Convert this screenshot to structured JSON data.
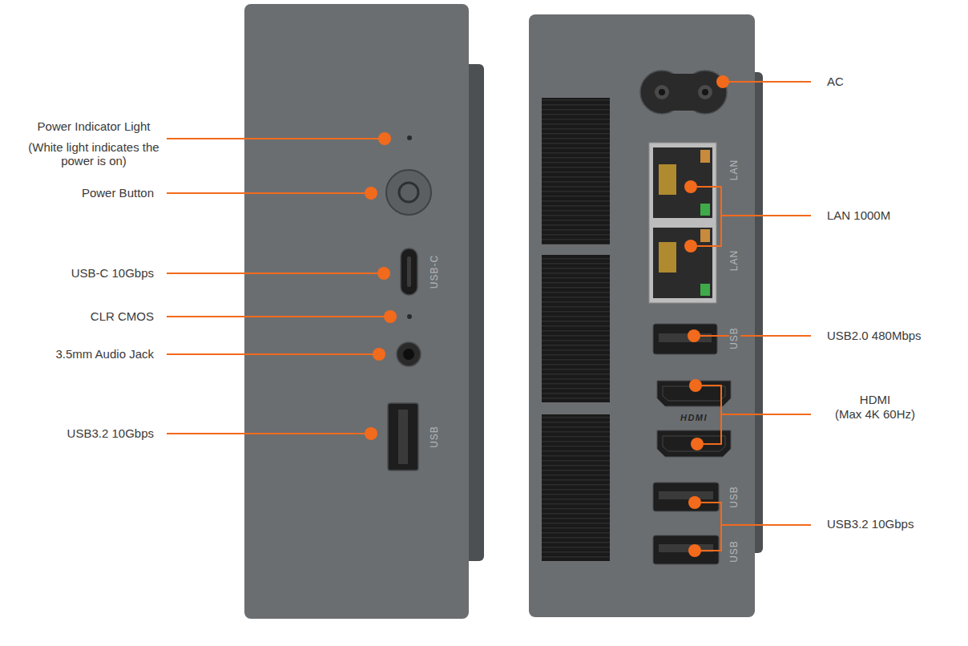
{
  "diagram": {
    "labels": [
      "Power Indicator Light",
      "(White light indicates the power is on)",
      "Power Button",
      "USB-C 10Gbps",
      "CLR CMOS",
      "3.5mm Audio Jack",
      "USB3.2 10Gbps",
      "USB-C",
      "USB",
      "AC",
      "LAN",
      "LAN",
      "LAN 1000M",
      "USB",
      "USB2.0 480Mbps",
      "HDMI",
      "HDMI",
      "(Max 4K 60Hz)",
      "USB",
      "USB",
      "USB3.2 10Gbps"
    ]
  }
}
